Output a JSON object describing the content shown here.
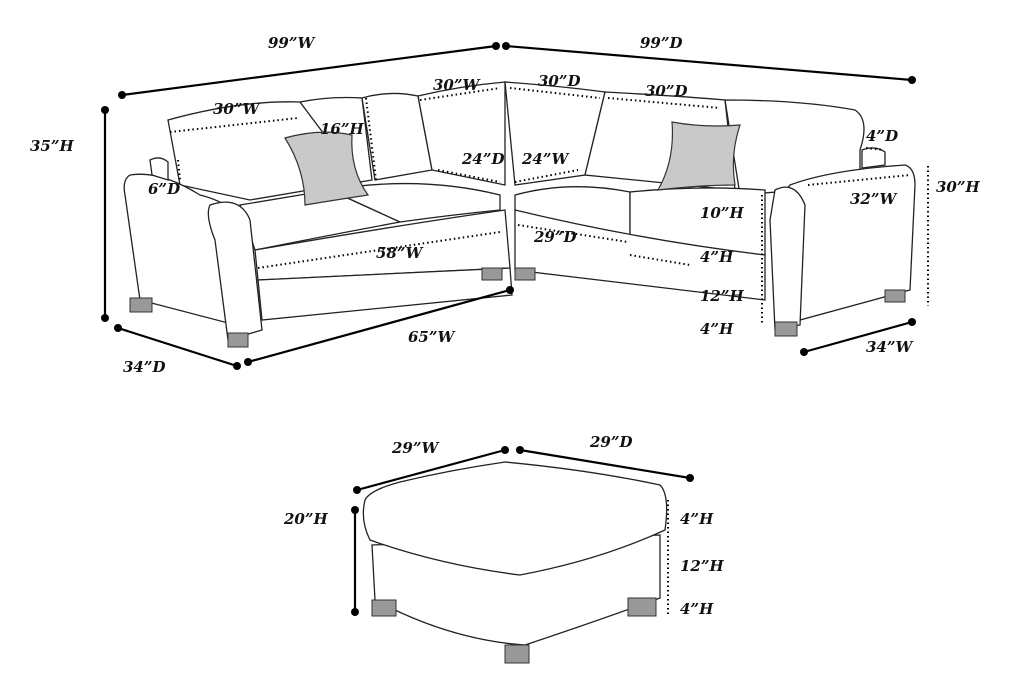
{
  "colors": {
    "line": "#222222",
    "pillow": "#c9c9c9",
    "leg": "#999999"
  },
  "sectional": {
    "labels": {
      "overall_width": "99”W",
      "overall_depth": "99”D",
      "back_left_width": "30”W",
      "back_corner_left_width": "30”W",
      "back_corner_depth": "30”D",
      "back_right_depth": "30”D",
      "back_cushion_height": "16”H",
      "overall_height": "35”H",
      "arm_depth_right": "4”D",
      "corner_seat_depth": "24”D",
      "corner_seat_width": "24”W",
      "arm_depth_left": "6”D",
      "arm_height": "30”H",
      "arm_width": "32”W",
      "back_height": "10”H",
      "seat_depth": "29”D",
      "seat_width": "58”W",
      "cushion_height": "4”H",
      "base_height": "12”H",
      "side_width": "65”W",
      "leg_height": "4”H",
      "left_depth": "34”D",
      "right_width": "34”W"
    }
  },
  "ottoman": {
    "labels": {
      "width": "29”W",
      "depth": "29”D",
      "height": "20”H",
      "cushion_height": "4”H",
      "base_height": "12”H",
      "leg_height": "4”H"
    }
  }
}
